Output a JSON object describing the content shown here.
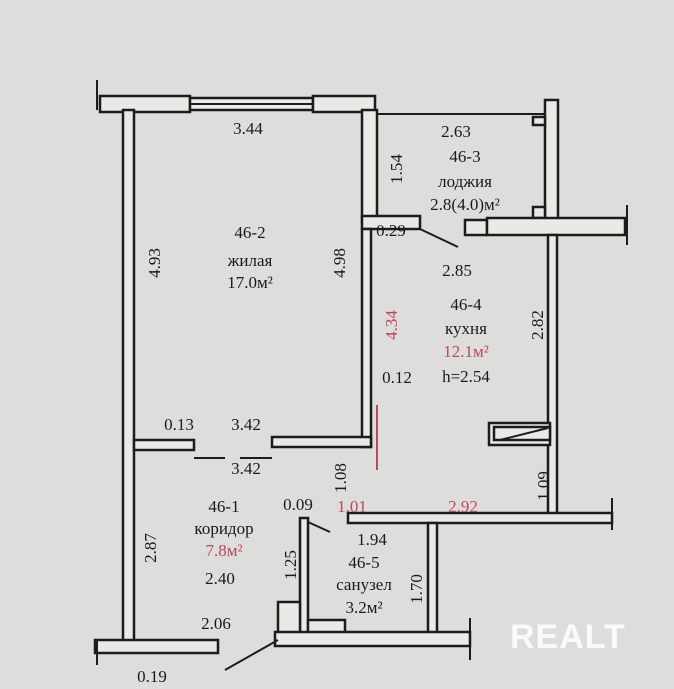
{
  "rooms": {
    "living": {
      "id": "46-2",
      "name": "жилая",
      "area": "17.0м²"
    },
    "loggia": {
      "id": "46-3",
      "name": "лоджия",
      "area": "2.8(4.0)м²"
    },
    "kitchen": {
      "id": "46-4",
      "name": "кухня",
      "area": "12.1м²",
      "height": "h=2.54"
    },
    "corridor": {
      "id": "46-1",
      "name": "коридор",
      "area": "7.8м²"
    },
    "bathroom": {
      "id": "46-5",
      "name": "санузел",
      "area": "3.2м²"
    }
  },
  "dimensions": {
    "d344": "3.44",
    "d263": "2.63",
    "d154": "1.54",
    "d029": "0.29",
    "d493": "4.93",
    "d498": "4.98",
    "d285": "2.85",
    "d434": "4.34",
    "d282": "2.82",
    "d012": "0.12",
    "d013": "0.13",
    "d342a": "3.42",
    "d342b": "3.42",
    "d108": "1.08",
    "d109": "1.09",
    "d009": "0.09",
    "d101": "1.01",
    "d292": "2.92",
    "d194": "1.94",
    "d287": "2.87",
    "d125": "1.25",
    "d170": "1.70",
    "d240": "2.40",
    "d206": "2.06",
    "d019": "0.19"
  },
  "colors": {
    "highlight": "#c0485a",
    "background": "#dcdcda"
  },
  "watermark": "REALT"
}
